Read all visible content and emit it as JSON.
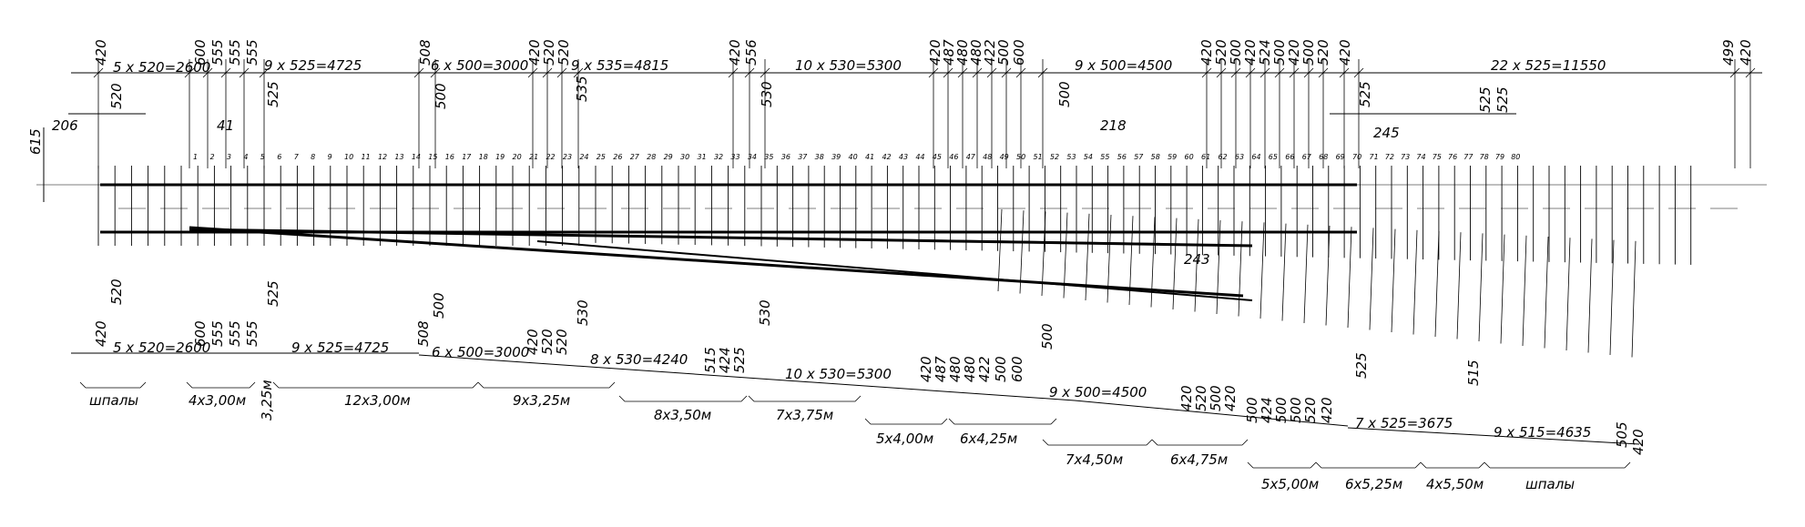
{
  "top_dims": [
    "5 x 520=2600",
    "9 x 525=4725",
    "6 x 500=3000",
    "9 x 535=4815",
    "10 x 530=5300",
    "9 x 500=4500",
    "22 x 525=11550"
  ],
  "top_vert": [
    "420",
    "520",
    "600",
    "555",
    "555",
    "555",
    "525",
    "508",
    "500",
    "420",
    "520",
    "520",
    "535",
    "420",
    "556",
    "530",
    "420",
    "487",
    "480",
    "480",
    "422",
    "500",
    "600",
    "500",
    "420",
    "520",
    "500",
    "420",
    "524",
    "500",
    "420",
    "500",
    "520",
    "420",
    "525",
    "525",
    "525",
    "499",
    "420"
  ],
  "left_dims": [
    "615",
    "206",
    "41",
    "218",
    "245",
    "243"
  ],
  "bottom_dims": [
    "5 x 520=2600",
    "9 x 525=4725",
    "6 x 500=3000",
    "8 x 530=4240",
    "10 x 530=5300",
    "9 x 500=4500",
    "7 x 525=3675",
    "9 x 515=4635"
  ],
  "bottom_vert": [
    "420",
    "520",
    "600",
    "555",
    "555",
    "555",
    "525",
    "508",
    "500",
    "420",
    "520",
    "520",
    "530",
    "515",
    "424",
    "525",
    "530",
    "420",
    "487",
    "480",
    "480",
    "422",
    "500",
    "600",
    "500",
    "420",
    "520",
    "500",
    "420",
    "500",
    "424",
    "500",
    "500",
    "520",
    "420",
    "525",
    "515",
    "505",
    "420"
  ],
  "sleeper_numbers": [
    "1",
    "2",
    "3",
    "4",
    "5",
    "6",
    "7",
    "8",
    "9",
    "10",
    "11",
    "12",
    "13",
    "14",
    "15",
    "16",
    "17",
    "18",
    "19",
    "20",
    "21",
    "22",
    "23",
    "24",
    "25",
    "26",
    "27",
    "28",
    "29",
    "30",
    "31",
    "32",
    "33",
    "34",
    "35",
    "36",
    "37",
    "38",
    "39",
    "40",
    "41",
    "42",
    "43",
    "44",
    "45",
    "46",
    "47",
    "48",
    "49",
    "50",
    "51",
    "52",
    "53",
    "54",
    "55",
    "56",
    "57",
    "58",
    "59",
    "60",
    "61",
    "62",
    "63",
    "64",
    "65",
    "66",
    "67",
    "68",
    "69",
    "70",
    "71",
    "72",
    "73",
    "74",
    "75",
    "76",
    "77",
    "78",
    "79",
    "80"
  ],
  "groups_row1": [
    "шпалы",
    "4x3,00м",
    "3,25м",
    "12x3,00м",
    "9x3,25м"
  ],
  "groups_row2": [
    "8x3,50м",
    "7x3,75м"
  ],
  "groups_row3": [
    "5x4,00м",
    "6x4,25м"
  ],
  "groups_row4": [
    "7x4,50м",
    "6x4,75м"
  ],
  "groups_row5": [
    "5x5,00м",
    "6x5,25м",
    "4x5,50м",
    "шпалы"
  ]
}
